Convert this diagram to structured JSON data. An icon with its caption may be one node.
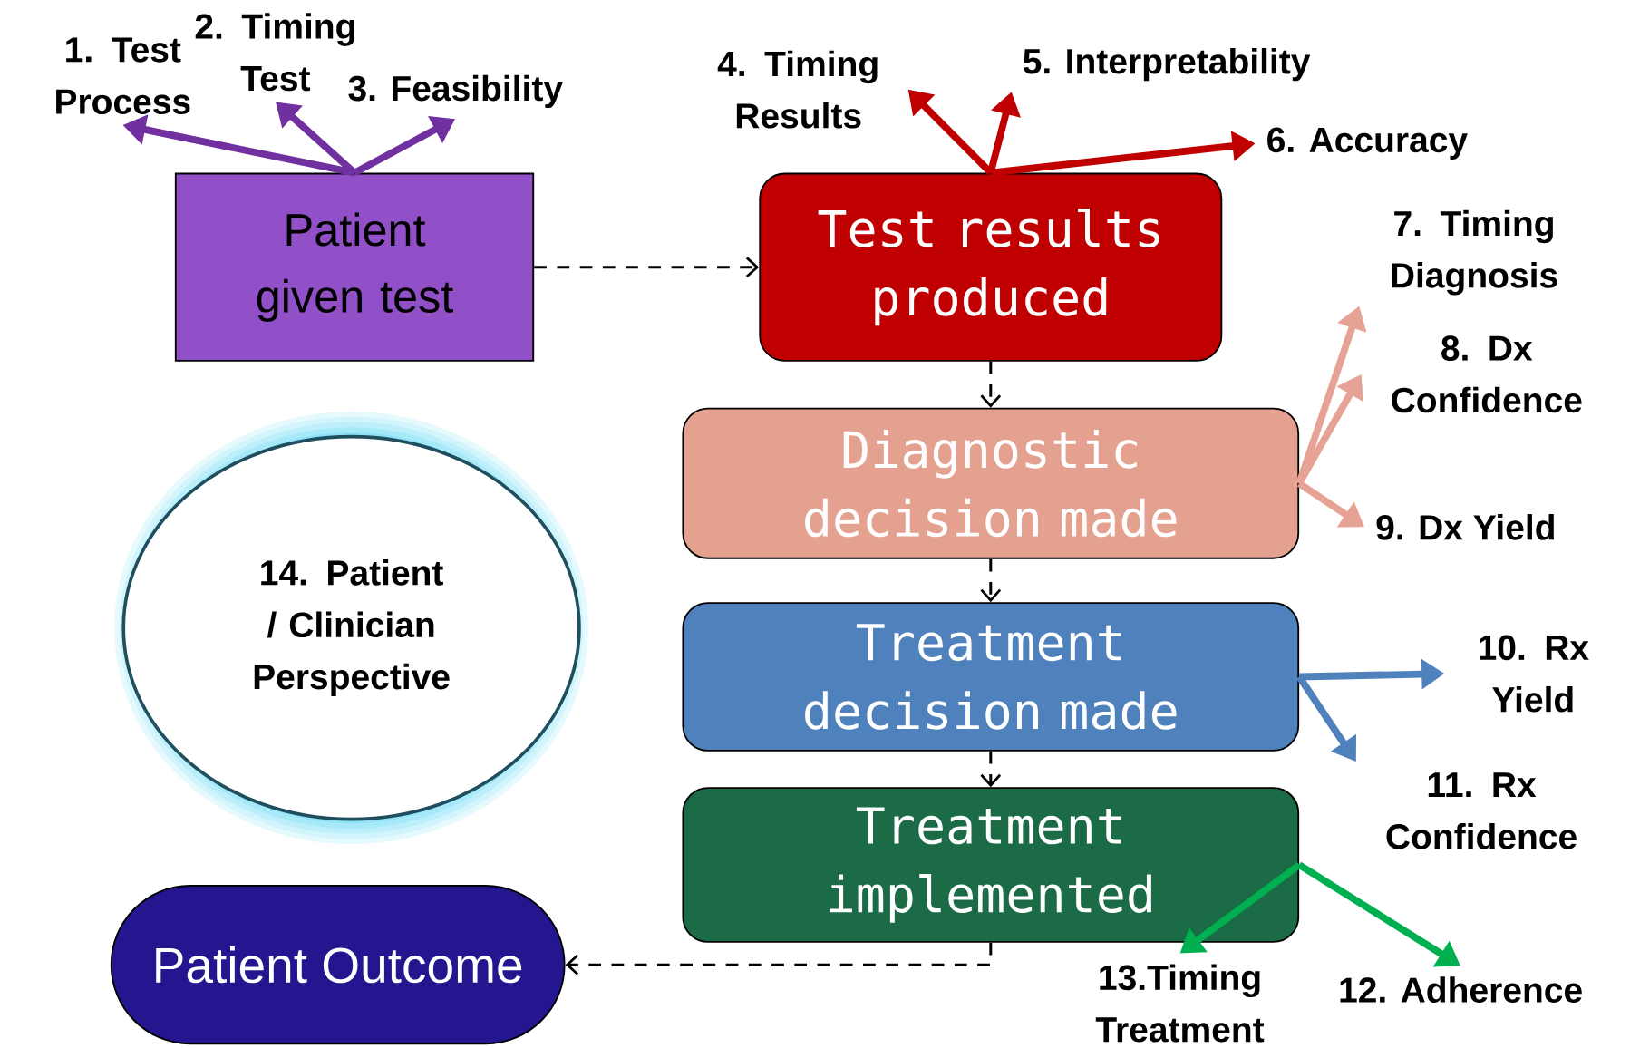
{
  "diagram": {
    "nodes": [
      {
        "text": [
          "Patient given test"
        ]
      },
      {
        "text": [
          "Test results produced"
        ]
      },
      {
        "text": [
          "Diagnostic decision made"
        ]
      },
      {
        "text": [
          "Treatment decision made"
        ]
      },
      {
        "text": [
          "Treatment implemented"
        ]
      },
      {
        "text": [
          "Patient Outcome"
        ]
      },
      {
        "text": [
          "14. Patient / Clinician Perspective"
        ]
      },
      {
        "text": [
          "1. Test Process"
        ]
      },
      {
        "text": [
          "2. Timing Test"
        ]
      },
      {
        "text": [
          "3. Feasibility"
        ]
      },
      {
        "text": [
          "4. Timing Results"
        ]
      },
      {
        "text": [
          "5. Interpretability"
        ]
      },
      {
        "text": [
          "6. Accuracy"
        ]
      },
      {
        "text": [
          "7. Timing Diagnosis"
        ]
      },
      {
        "text": [
          "8. Dx Confidence"
        ]
      },
      {
        "text": [
          "9. Dx Yield"
        ]
      },
      {
        "text": [
          "10. Rx Yield"
        ]
      },
      {
        "text": [
          "11. Rx Confidence"
        ]
      },
      {
        "text": [
          "12. Adherence"
        ]
      },
      {
        "text": [
          "13.Timing Treatment"
        ]
      }
    ],
    "edges": [
      {
        "from": 0,
        "to": 1,
        "arrow": "to",
        "style": "dashed"
      },
      {
        "from": 1,
        "to": 2,
        "arrow": "to",
        "style": "dashed"
      },
      {
        "from": 2,
        "to": 3,
        "arrow": "to",
        "style": "dashed"
      },
      {
        "from": 3,
        "to": 4,
        "arrow": "to",
        "style": "dashed"
      },
      {
        "from": 4,
        "to": 5,
        "arrow": "to",
        "style": "dashed"
      },
      {
        "from": 0,
        "to": 7,
        "arrow": "to",
        "color": "#7030a0"
      },
      {
        "from": 0,
        "to": 8,
        "arrow": "to",
        "color": "#7030a0"
      },
      {
        "from": 0,
        "to": 9,
        "arrow": "to",
        "color": "#7030a0"
      },
      {
        "from": 1,
        "to": 10,
        "arrow": "to",
        "color": "#c00000"
      },
      {
        "from": 1,
        "to": 11,
        "arrow": "to",
        "color": "#c00000"
      },
      {
        "from": 1,
        "to": 12,
        "arrow": "to",
        "color": "#c00000"
      },
      {
        "from": 2,
        "to": 13,
        "arrow": "to",
        "color": "#e6a395"
      },
      {
        "from": 2,
        "to": 14,
        "arrow": "to",
        "color": "#e6a395"
      },
      {
        "from": 2,
        "to": 15,
        "arrow": "to",
        "color": "#e6a395"
      },
      {
        "from": 3,
        "to": 16,
        "arrow": "to",
        "color": "#4f81bd"
      },
      {
        "from": 3,
        "to": 17,
        "arrow": "to",
        "color": "#4f81bd"
      },
      {
        "from": 4,
        "to": 18,
        "arrow": "to",
        "color": "#00b050"
      },
      {
        "from": 4,
        "to": 19,
        "arrow": "to",
        "color": "#00b050"
      }
    ]
  }
}
